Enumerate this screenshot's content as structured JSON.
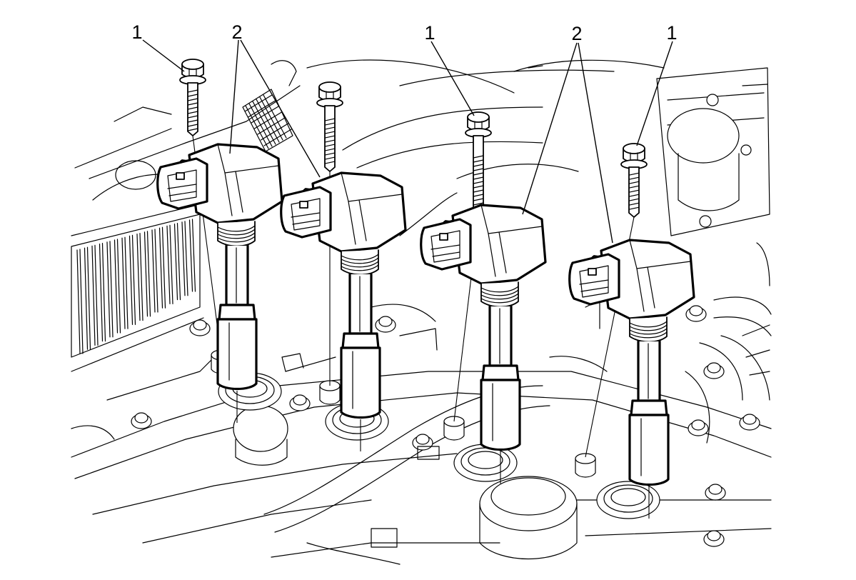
{
  "callouts": {
    "c1a": "1",
    "c2a": "2",
    "c1b": "1",
    "c2b": "2",
    "c1c": "1"
  },
  "colors": {
    "line": "#000000",
    "background": "#ffffff"
  },
  "parts": {
    "bolt_count": 4,
    "coil_count": 4
  }
}
